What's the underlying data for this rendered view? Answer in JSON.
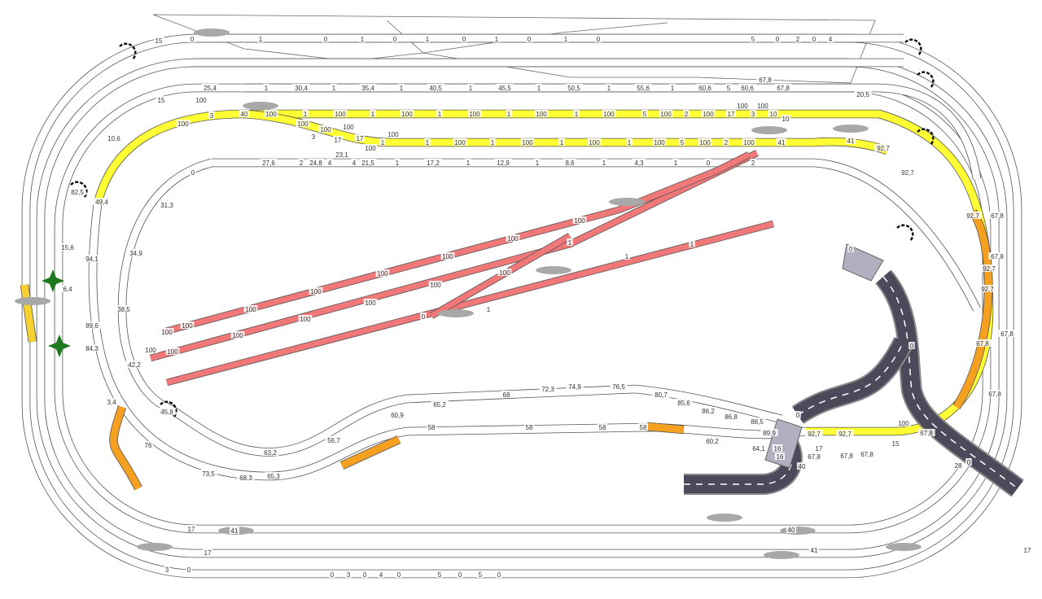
{
  "title": "Model railway track plan",
  "colors": {
    "yellow": "#ffff33",
    "orange": "#f5a020",
    "red": "#f07878",
    "road": "#4a4a5a",
    "bridge": "#b0b0c0",
    "rail": "#555555",
    "building": "#a8a8a8",
    "tree": "#1e7a1e"
  },
  "labels": [
    "15",
    "0",
    "1",
    "0",
    "1",
    "0",
    "1",
    "0",
    "1",
    "0",
    "1",
    "0",
    "5",
    "0",
    "2",
    "0",
    "4",
    "25,4",
    "1",
    "30,4",
    "1",
    "35,4",
    "1",
    "40,5",
    "1",
    "45,5",
    "1",
    "50,5",
    "1",
    "55,6",
    "1",
    "60,6",
    "5",
    "60,6",
    "67,8",
    "67,8",
    "20,5",
    "15",
    "100",
    "40",
    "100",
    "1",
    "100",
    "1",
    "100",
    "1",
    "100",
    "1",
    "100",
    "1",
    "100",
    "5",
    "100",
    "2",
    "100",
    "17",
    "100",
    "3",
    "100",
    "10",
    "10",
    "100",
    "3",
    "100",
    "3",
    "100",
    "17",
    "100",
    "17",
    "100",
    "1",
    "100",
    "1",
    "100",
    "1",
    "100",
    "1",
    "100",
    "1",
    "100",
    "5",
    "100",
    "2",
    "100",
    "41",
    "41",
    "92,7",
    "27,6",
    "2",
    "24,8",
    "4",
    "23,1",
    "4",
    "21,5",
    "1",
    "17,2",
    "1",
    "12,9",
    "1",
    "8,6",
    "1",
    "4,3",
    "1",
    "0",
    "2",
    "0",
    "31,3",
    "34,9",
    "38,5",
    "42,2",
    "45,8",
    "49,4",
    "94,1",
    "89,6",
    "84,3",
    "82,5",
    "10,6",
    "15,6",
    "6,4",
    "3,4",
    "76",
    "73,5",
    "68,3",
    "65,3",
    "63,2",
    "56,7",
    "60,9",
    "65,2",
    "68",
    "72,3",
    "74,9",
    "76,5",
    "80,7",
    "85,6",
    "86,2",
    "86,8",
    "88,5",
    "89,9",
    "92,7",
    "92,7",
    "67,8",
    "64,1",
    "67,8",
    "67,8",
    "67,8",
    "60,2",
    "58",
    "58",
    "58",
    "58",
    "15",
    "16",
    "16",
    "17",
    "40",
    "41",
    "40",
    "41",
    "17",
    "17",
    "17",
    "0",
    "3",
    "0",
    "3",
    "0",
    "4",
    "0",
    "5",
    "0",
    "5",
    "0",
    "92,7",
    "92,7",
    "92,7",
    "92,7",
    "67,8",
    "67,8",
    "67,8",
    "67,8",
    "67,8",
    "100",
    "100",
    "100",
    "100",
    "100",
    "100",
    "100",
    "100",
    "100",
    "100",
    "100",
    "100",
    "100",
    "100",
    "100",
    "100",
    "1",
    "1",
    "1",
    "1",
    "0",
    "0",
    "0",
    "28",
    "0",
    "0"
  ]
}
